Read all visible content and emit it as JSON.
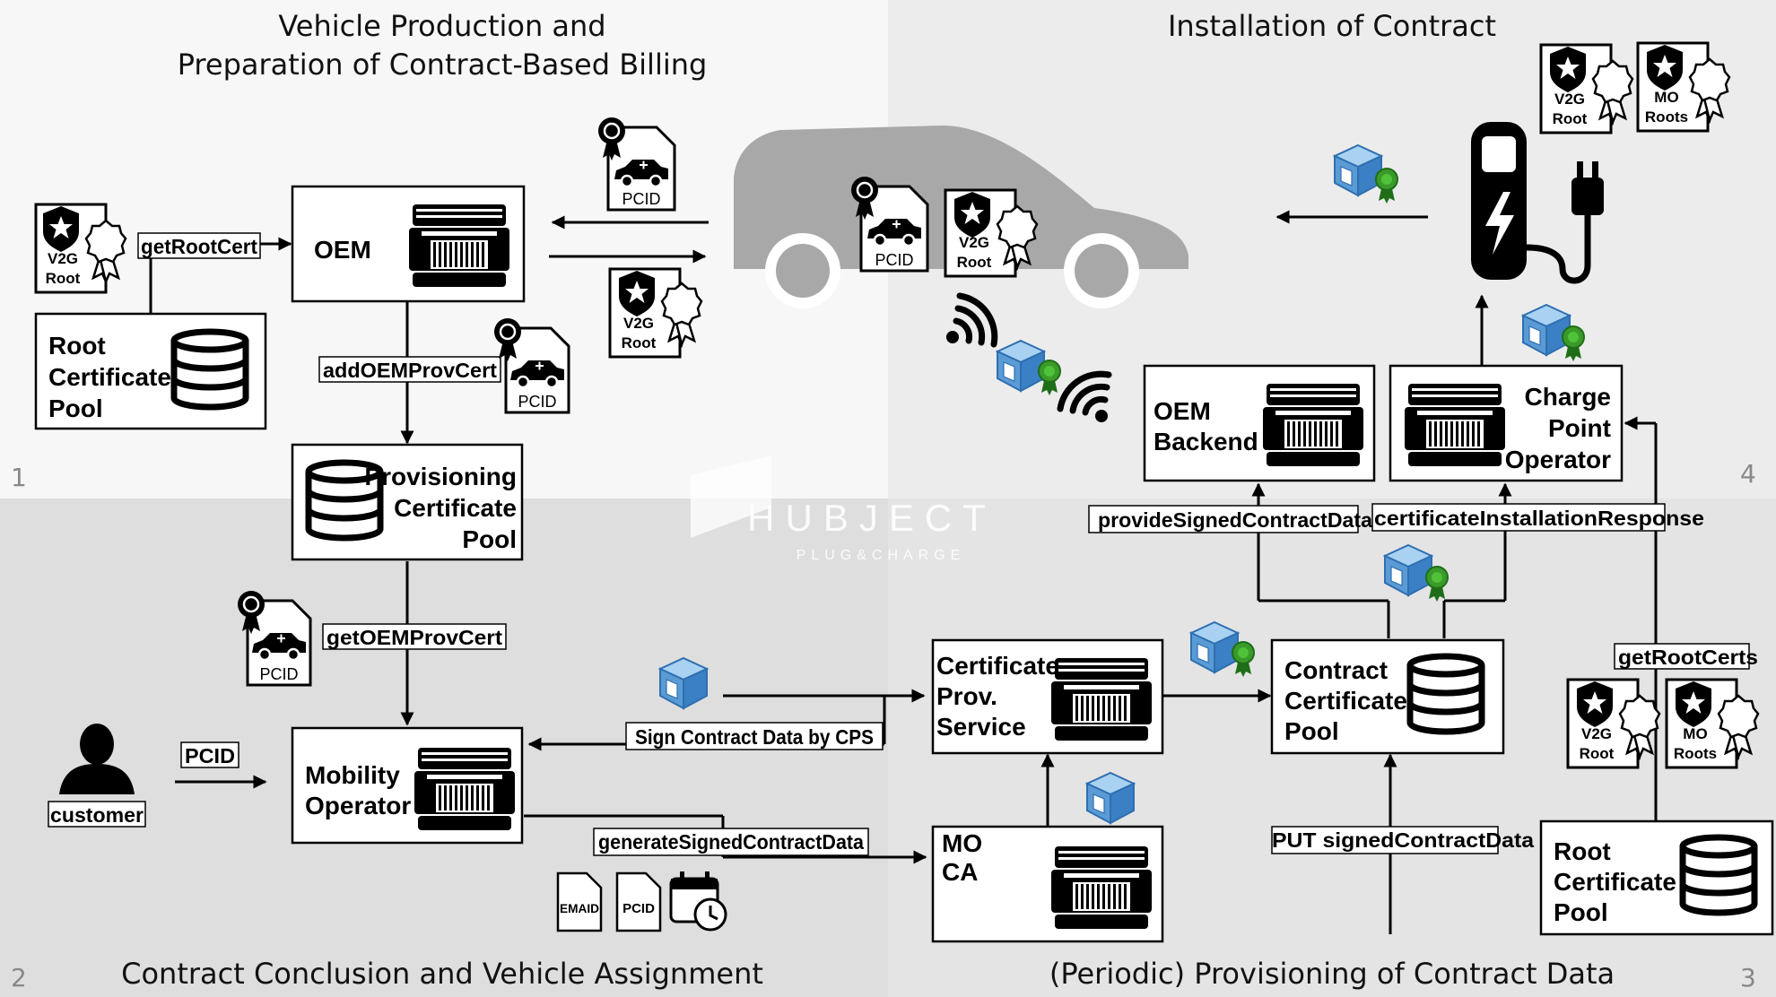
{
  "quadrants": {
    "q1": {
      "title_line1": "Vehicle Production and",
      "title_line2": "Preparation of Contract-Based Billing",
      "number": "1"
    },
    "q2": {
      "title": "Contract Conclusion and Vehicle Assignment",
      "number": "2"
    },
    "q3": {
      "title": "(Periodic) Provisioning of Contract Data",
      "number": "3"
    },
    "q4": {
      "title": "Installation of Contract",
      "number": "4"
    }
  },
  "logo": {
    "name": "HUBJECT",
    "tagline": "PLUG&CHARGE"
  },
  "boxes": {
    "oem": "OEM",
    "root_pool_left": [
      "Root",
      "Certificate",
      "Pool"
    ],
    "prov_pool": [
      "Provisioning",
      "Certificate",
      "Pool"
    ],
    "mobility_operator": [
      "Mobility",
      "Operator"
    ],
    "cps": [
      "Certificate",
      "Prov.",
      "Service"
    ],
    "mo_ca": [
      "MO",
      "CA"
    ],
    "contract_pool": [
      "Contract",
      "Certificate",
      "Pool"
    ],
    "root_pool_right": [
      "Root",
      "Certificate",
      "Pool"
    ],
    "oem_backend": [
      "OEM",
      "Backend"
    ],
    "cpo": [
      "Charge",
      "Point",
      "Operator"
    ]
  },
  "labels": {
    "getRootCert": "getRootCert",
    "addOEMProvCert": "addOEMProvCert",
    "getOEMProvCert": "getOEMProvCert",
    "pcid": "PCID",
    "customer": "customer",
    "signContractData": "Sign Contract Data by CPS",
    "generateSignedContractData": "generateSignedContractData",
    "provideSignedContractData": "provideSignedContractData",
    "certificateInstallationResponse": "certificateInstallationResponse",
    "getRootCerts": "getRootCerts",
    "putSignedContractData": "PUT signedContractData"
  },
  "docs": {
    "pcid": "PCID",
    "emaid": "EMAID"
  },
  "certs": {
    "v2g_line1": "V2G",
    "v2g_line2": "Root",
    "mo_line1": "MO",
    "mo_line2": "Roots"
  },
  "colors": {
    "q1_bg": "#f7f7f7",
    "q2_bg": "#dedede",
    "q3_bg": "#e4e4e4",
    "q4_bg": "#ececec",
    "package_blue": "#5b9bd5",
    "seal_green": "#3a9a2a",
    "car_gray": "#a8a8a8"
  }
}
